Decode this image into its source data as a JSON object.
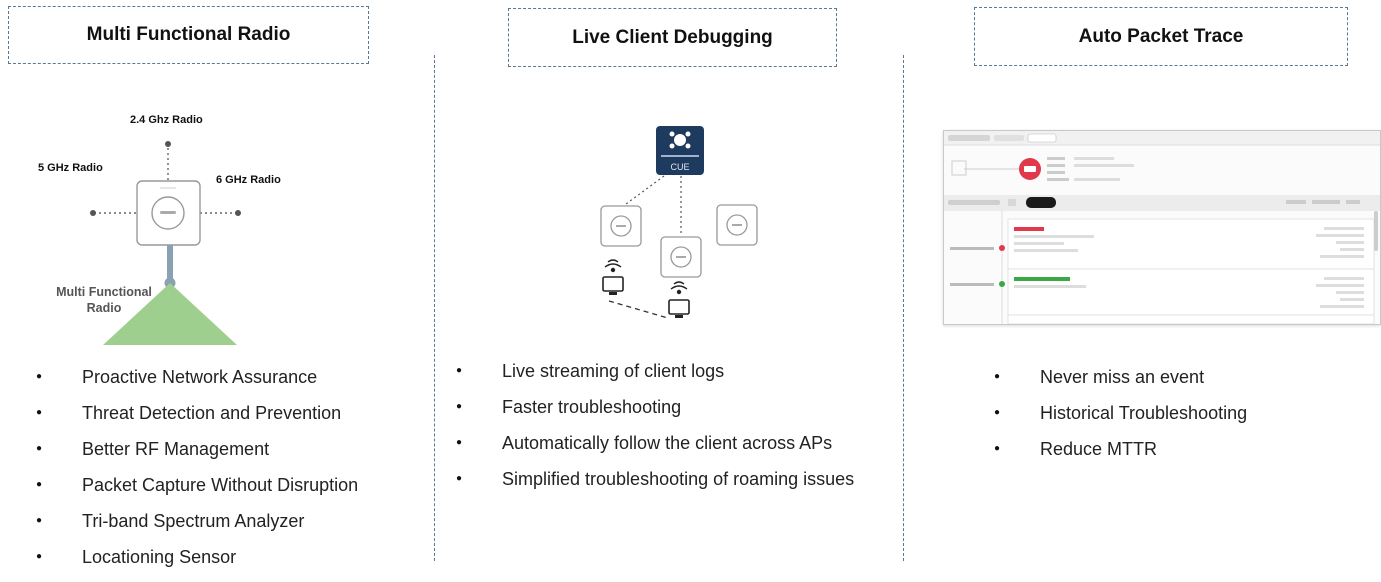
{
  "sections": [
    {
      "title": "Multi Functional Radio",
      "bullets": [
        "Proactive Network Assurance",
        "Threat Detection and Prevention",
        "Better RF Management",
        "Packet Capture Without Disruption",
        "Tri-band Spectrum Analyzer",
        "Locationing Sensor"
      ]
    },
    {
      "title": "Live Client Debugging",
      "bullets": [
        "Live streaming of client logs",
        "Faster troubleshooting",
        "Automatically follow the client across APs",
        "Simplified troubleshooting of roaming issues"
      ]
    },
    {
      "title": "Auto Packet Trace",
      "bullets": [
        "Never miss an event",
        "Historical Troubleshooting",
        "Reduce MTTR"
      ]
    }
  ],
  "radio_diagram": {
    "label_24": "2.4 Ghz Radio",
    "label_5": "5 GHz Radio",
    "label_6": "6 GHz Radio",
    "label_mfr": "Multi Functional Radio"
  },
  "debug_diagram": {
    "controller_caption": "CUE"
  },
  "colors": {
    "divider": "#5a7a94",
    "cone": "#9fcf8f",
    "controller": "#1e3a5f",
    "error": "#e0394b",
    "success": "#3aa845"
  }
}
